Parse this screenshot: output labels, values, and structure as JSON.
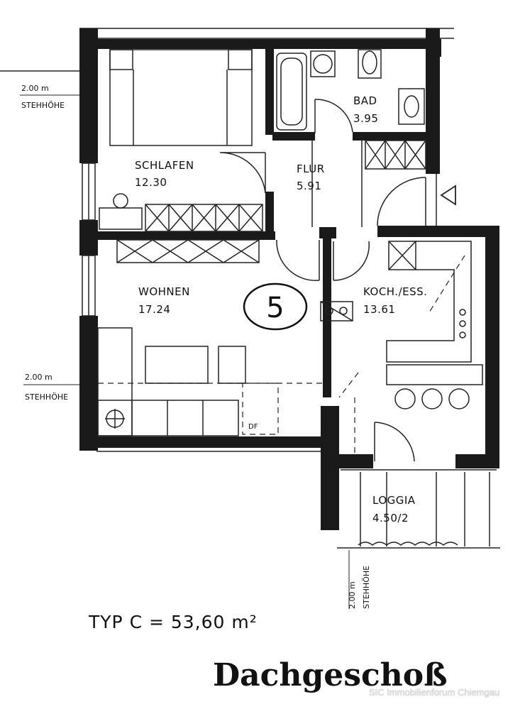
{
  "rooms": {
    "schlafen": {
      "name": "SCHLAFEN",
      "area": "12.30"
    },
    "bad": {
      "name": "BAD",
      "area": "3.95"
    },
    "flur": {
      "name": "FLUR",
      "area": "5.91"
    },
    "wohnen": {
      "name": "WOHNEN",
      "area": "17.24"
    },
    "kochess": {
      "name": "KOCH./ESS.",
      "area": "13.61"
    },
    "loggia": {
      "name": "LOGGIA",
      "area": "4.50/2"
    }
  },
  "ceiling_heights": {
    "top": {
      "value": "2.00 m",
      "label": "STEHHÖHE"
    },
    "middle": {
      "value": "2.00 m",
      "label": "STEHHÖHE"
    },
    "bottom": {
      "value": "2.00 m",
      "label": "STEHHÖHE"
    }
  },
  "unit_marker": "5",
  "symbol": "DF",
  "apartment_type": "TYP C = 53,60 m²",
  "floor_title": "Dachgeschoß",
  "watermark": "SIC Immobilienforum Chiemgau"
}
